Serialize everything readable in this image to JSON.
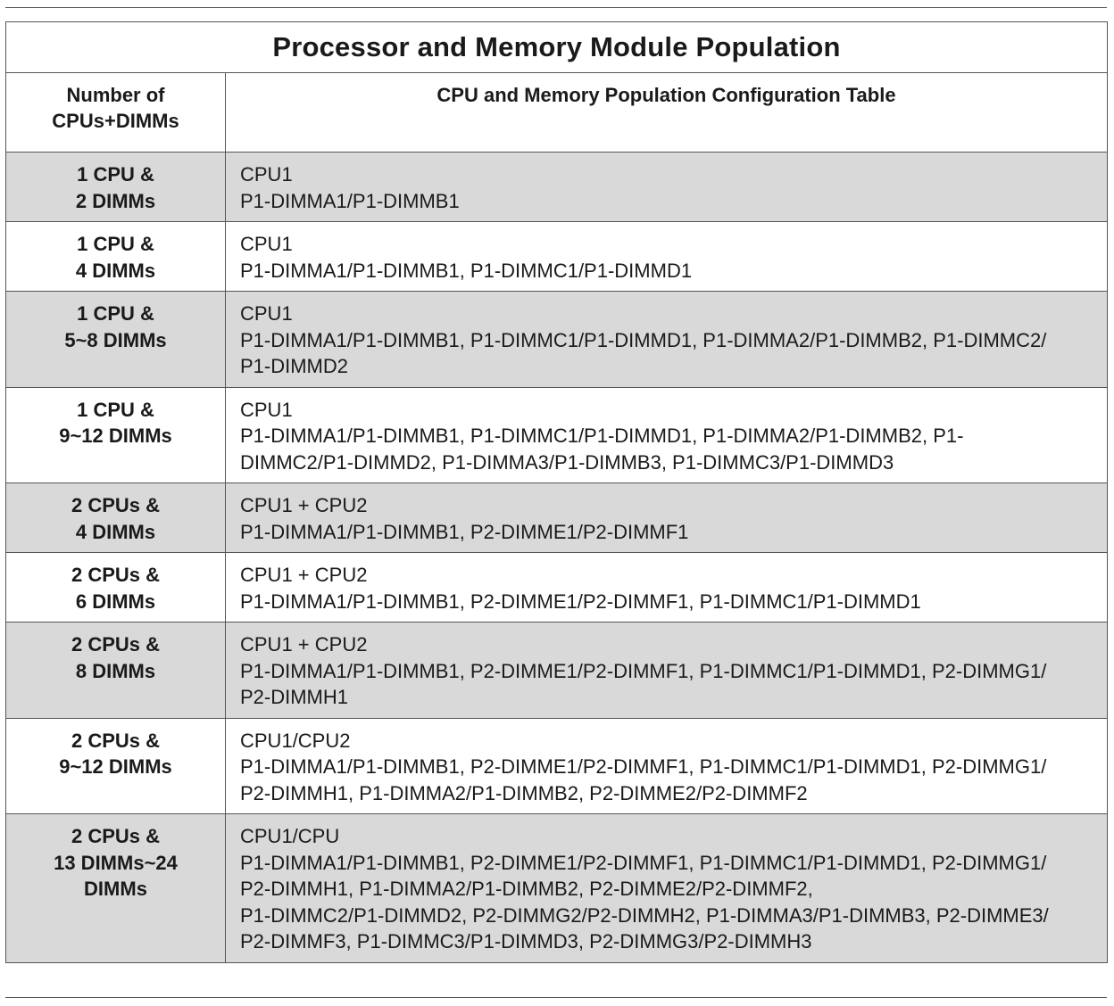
{
  "table": {
    "title": "Processor and Memory Module Population",
    "header": {
      "left": "Number of\nCPUs+DIMMs",
      "right": "CPU and Memory Population Configuration Table"
    },
    "rows": [
      {
        "label": "1 CPU &\n2 DIMMs",
        "cpu": "CPU1",
        "dimms": "P1-DIMMA1/P1-DIMMB1",
        "shaded": true
      },
      {
        "label": "1 CPU &\n4 DIMMs",
        "cpu": "CPU1",
        "dimms": "P1-DIMMA1/P1-DIMMB1, P1-DIMMC1/P1-DIMMD1",
        "shaded": false
      },
      {
        "label": "1 CPU &\n5~8 DIMMs",
        "cpu": "CPU1",
        "dimms": "P1-DIMMA1/P1-DIMMB1, P1-DIMMC1/P1-DIMMD1, P1-DIMMA2/P1-DIMMB2, P1-DIMMC2/\nP1-DIMMD2",
        "shaded": true
      },
      {
        "label": "1 CPU &\n9~12 DIMMs",
        "cpu": "CPU1",
        "dimms": "P1-DIMMA1/P1-DIMMB1, P1-DIMMC1/P1-DIMMD1, P1-DIMMA2/P1-DIMMB2, P1-\nDIMMC2/P1-DIMMD2, P1-DIMMA3/P1-DIMMB3, P1-DIMMC3/P1-DIMMD3",
        "shaded": false
      },
      {
        "label": "2 CPUs &\n4 DIMMs",
        "cpu": "CPU1 + CPU2",
        "dimms": "P1-DIMMA1/P1-DIMMB1, P2-DIMME1/P2-DIMMF1",
        "shaded": true
      },
      {
        "label": "2 CPUs &\n6 DIMMs",
        "cpu": "CPU1 + CPU2",
        "dimms": "P1-DIMMA1/P1-DIMMB1, P2-DIMME1/P2-DIMMF1, P1-DIMMC1/P1-DIMMD1",
        "shaded": false
      },
      {
        "label": "2 CPUs &\n8 DIMMs",
        "cpu": "CPU1 + CPU2",
        "dimms": "P1-DIMMA1/P1-DIMMB1, P2-DIMME1/P2-DIMMF1, P1-DIMMC1/P1-DIMMD1, P2-DIMMG1/\nP2-DIMMH1",
        "shaded": true
      },
      {
        "label": "2 CPUs &\n9~12 DIMMs",
        "cpu": "CPU1/CPU2",
        "dimms": "P1-DIMMA1/P1-DIMMB1, P2-DIMME1/P2-DIMMF1, P1-DIMMC1/P1-DIMMD1, P2-DIMMG1/\nP2-DIMMH1, P1-DIMMA2/P1-DIMMB2, P2-DIMME2/P2-DIMMF2",
        "shaded": false
      },
      {
        "label": "2 CPUs &\n13 DIMMs~24\nDIMMs",
        "cpu": "CPU1/CPU",
        "dimms": "P1-DIMMA1/P1-DIMMB1, P2-DIMME1/P2-DIMMF1, P1-DIMMC1/P1-DIMMD1, P2-DIMMG1/\nP2-DIMMH1, P1-DIMMA2/P1-DIMMB2, P2-DIMME2/P2-DIMMF2,\nP1-DIMMC2/P1-DIMMD2, P2-DIMMG2/P2-DIMMH2, P1-DIMMA3/P1-DIMMB3, P2-DIMME3/\nP2-DIMMF3, P1-DIMMC3/P1-DIMMD3, P2-DIMMG3/P2-DIMMH3",
        "shaded": true
      }
    ]
  }
}
